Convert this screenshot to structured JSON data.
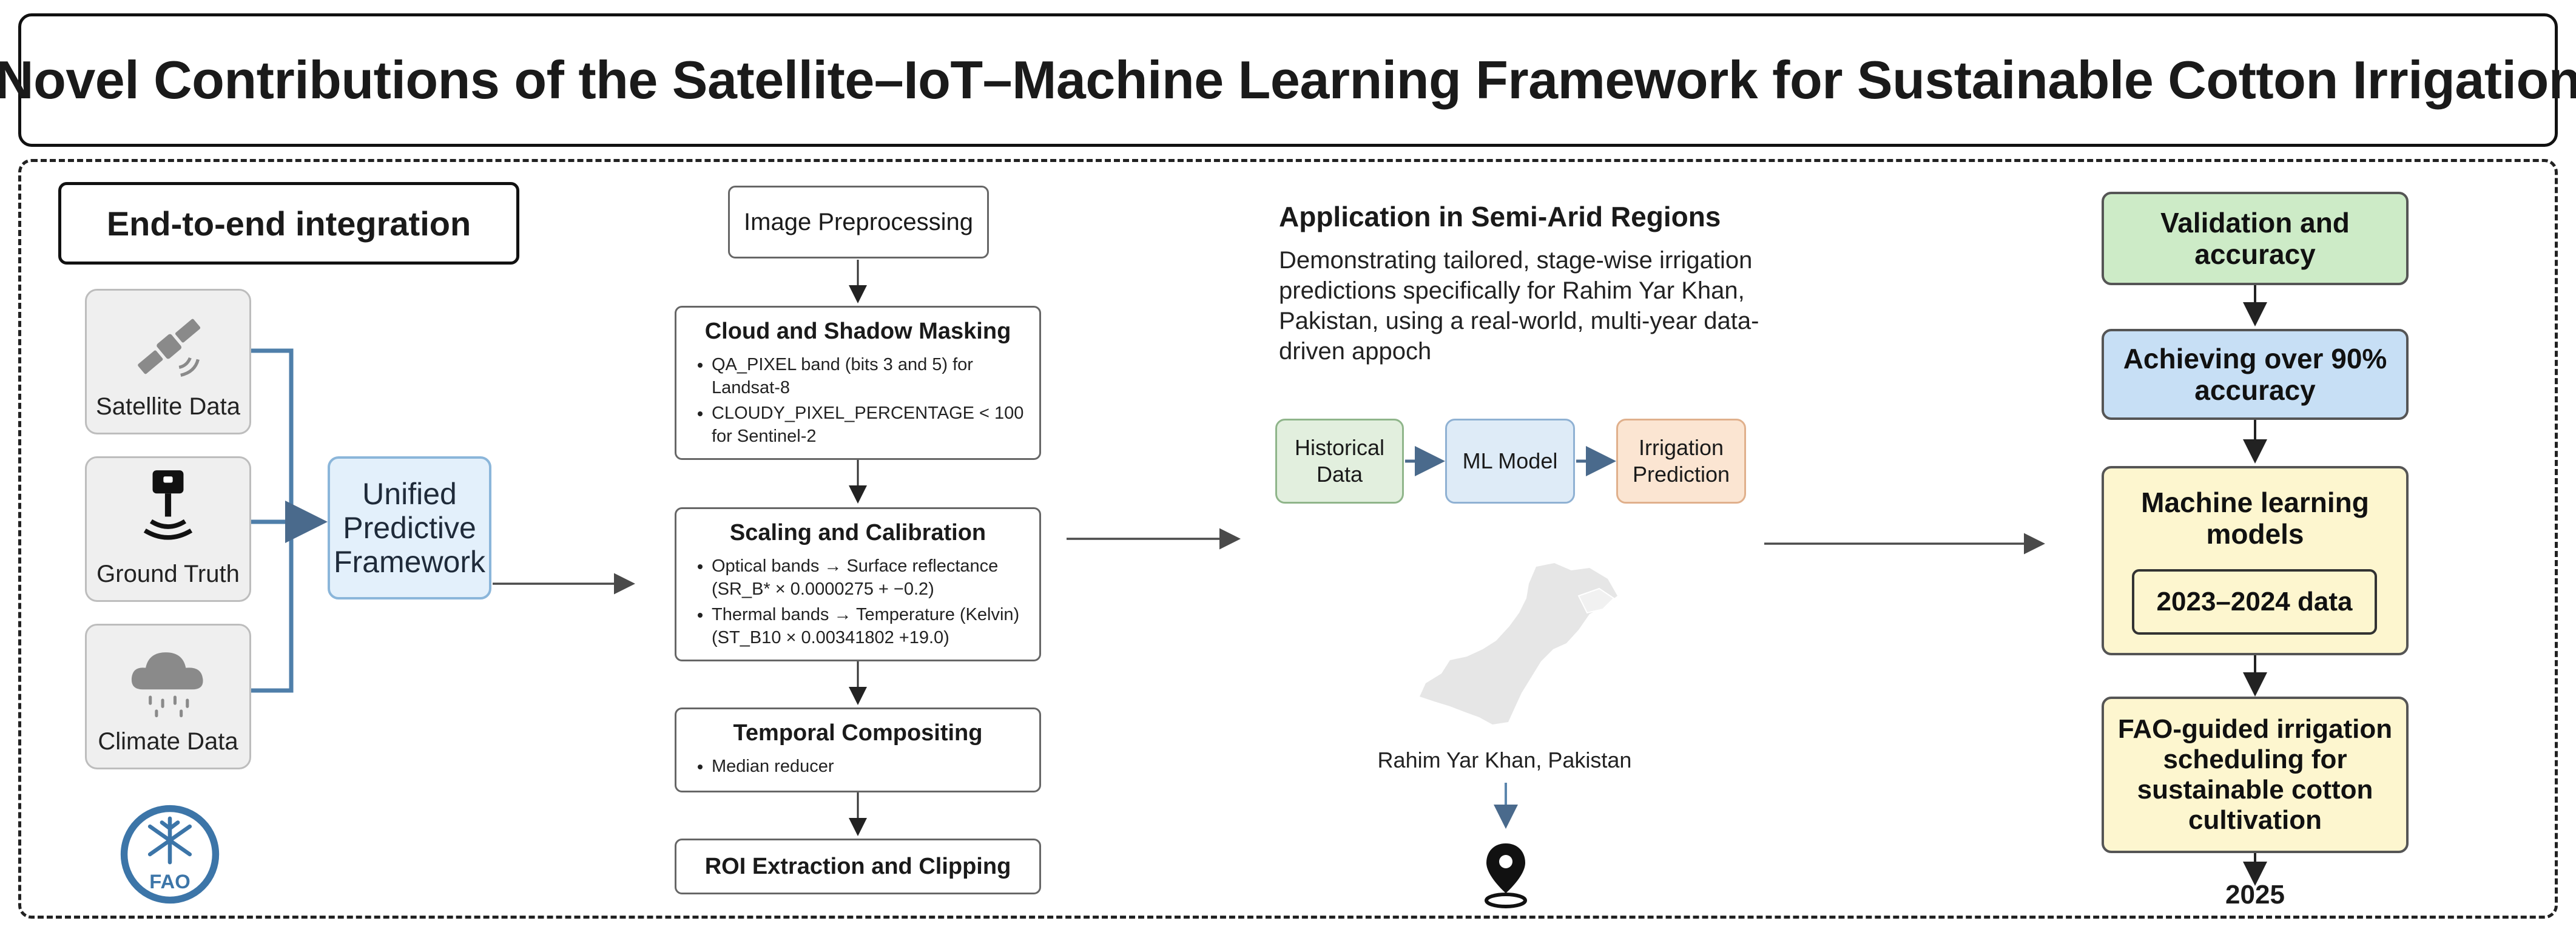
{
  "title": "Novel Contributions of the Satellite–IoT–Machine Learning Framework for Sustainable Cotton Irrigation",
  "left": {
    "heading": "End-to-end integration",
    "sources": [
      {
        "label": "Satellite Data",
        "icon": "satellite-icon"
      },
      {
        "label": "Ground Truth",
        "icon": "iot-sensor-icon"
      },
      {
        "label": "Climate Data",
        "icon": "cloud-rain-icon"
      }
    ],
    "unified": "Unified Predictive Framework",
    "logo_text": "FAO"
  },
  "pipeline": {
    "image_preprocessing": "Image Preprocessing",
    "cloud_masking": {
      "title": "Cloud and Shadow Masking",
      "items": [
        "QA_PIXEL band (bits 3 and 5) for Landsat-8",
        "CLOUDY_PIXEL_PERCENTAGE < 100 for Sentinel-2"
      ]
    },
    "scaling": {
      "title": "Scaling and Calibration",
      "items": [
        "Optical bands → Surface reflectance (SR_B* × 0.0000275 + −0.2)",
        "Thermal bands → Temperature (Kelvin) (ST_B10 × 0.00341802 +19.0)"
      ]
    },
    "temporal": {
      "title": "Temporal Compositing",
      "items": [
        "Median reducer"
      ]
    },
    "roi": "ROI Extraction and Clipping"
  },
  "application": {
    "title": "Application in Semi-Arid Regions",
    "description": "Demonstrating tailored, stage-wise irrigation predictions specifically for Rahim Yar Khan, Pakistan, using a real-world, multi-year data-driven appoch",
    "flow": [
      "Historical Data",
      "ML Model",
      "Irrigation Prediction"
    ],
    "location": "Rahim Yar Khan, Pakistan",
    "colors": {
      "historical": "#e2efde",
      "ml": "#deebf7",
      "irrigation": "#fbe5d2",
      "map": "#e6e6e6"
    }
  },
  "right": {
    "validation": "Validation and accuracy",
    "accuracy": "Achieving over 90% accuracy",
    "ml_models": "Machine learning models",
    "data_years": "2023–2024 data",
    "fao": "FAO-guided irrigation scheduling for sustainable cotton cultivation",
    "year": "2025",
    "colors": {
      "validation": "#cdebc7",
      "accuracy": "#c7dff5",
      "yellow": "#fdf6cf"
    }
  }
}
